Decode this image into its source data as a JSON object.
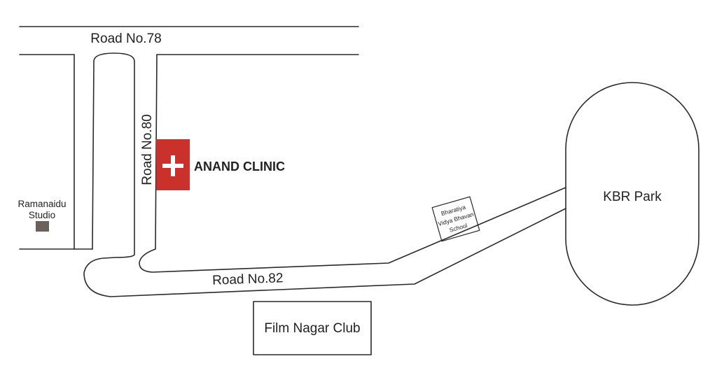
{
  "colors": {
    "clinic_marker": "#c9312a",
    "studio_marker": "#6b605c",
    "line": "#2a2a2a",
    "background": "#ffffff"
  },
  "roads": {
    "road_78": "Road No.78",
    "road_80": "Road No.80",
    "road_82": "Road No.82"
  },
  "places": {
    "clinic": {
      "label": "ANAND CLINIC",
      "icon": "medical-cross-icon"
    },
    "kbr_park": "KBR Park",
    "studio": {
      "line1": "Ramanaidu",
      "line2": "Studio"
    },
    "club": "Film Nagar Club",
    "school": {
      "line1": "Bharatiya",
      "line2": "Vidya Bhavan",
      "line3": "School"
    }
  }
}
